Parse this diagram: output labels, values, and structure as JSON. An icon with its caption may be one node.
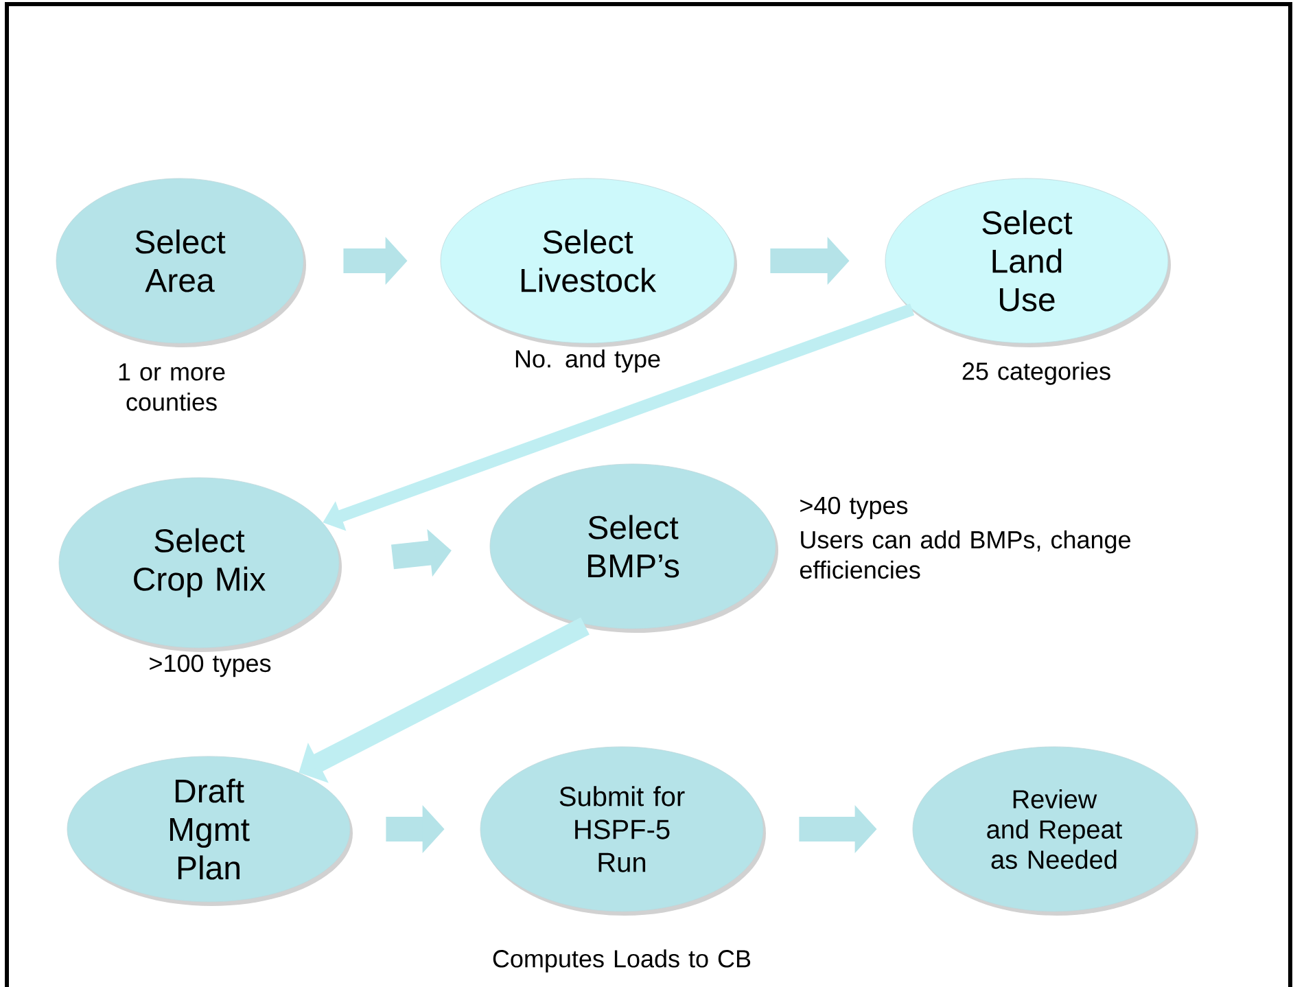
{
  "diagram": {
    "nodes": [
      {
        "text": [
          "Select Area"
        ],
        "beside": [
          "1 or more counties"
        ]
      },
      {
        "text": [
          "Select Livestock"
        ],
        "beside": [
          "No. and type"
        ]
      },
      {
        "text": [
          "Select Land Use"
        ],
        "beside": [
          "25 categories"
        ]
      },
      {
        "text": [
          "Select Crop Mix"
        ],
        "beside": [
          ">100 types"
        ]
      },
      {
        "text": [
          "Select BMP’s"
        ],
        "beside": [
          ">40 types",
          "Users can add BMPs, change efficiencies"
        ]
      },
      {
        "text": [
          "Draft Mgmt Plan"
        ]
      },
      {
        "text": [
          "Submit for HSPF-5 Run"
        ],
        "beside": [
          "Computes Loads to CB"
        ]
      },
      {
        "text": [
          "Review and Repeat as Needed"
        ]
      }
    ],
    "edges": [
      {
        "from": 0,
        "to": 1,
        "arrow": "to"
      },
      {
        "from": 1,
        "to": 2,
        "arrow": "to"
      },
      {
        "from": 2,
        "to": 3,
        "arrow": "to"
      },
      {
        "from": 3,
        "to": 4,
        "arrow": "to"
      },
      {
        "from": 4,
        "to": 5,
        "arrow": "to"
      },
      {
        "from": 5,
        "to": 6,
        "arrow": "to"
      },
      {
        "from": 6,
        "to": 7,
        "arrow": "to"
      }
    ]
  }
}
